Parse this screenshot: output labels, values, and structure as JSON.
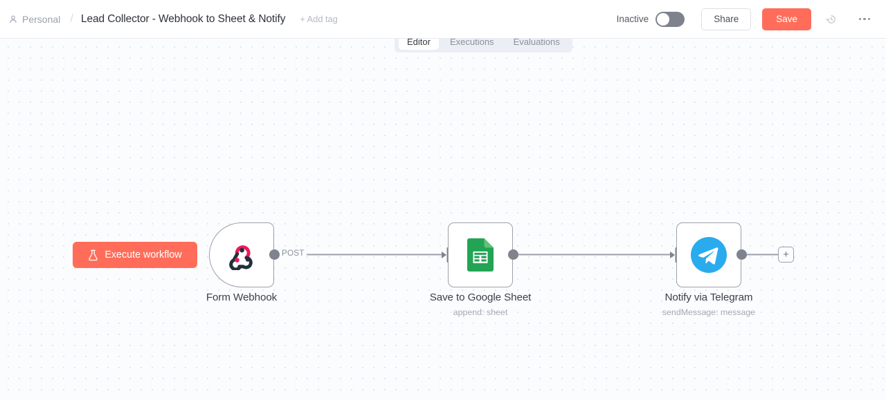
{
  "header": {
    "project": "Personal",
    "project_icon": "person-icon",
    "breadcrumb_separator": "/",
    "workflow_title": "Lead Collector - Webhook to Sheet & Notify",
    "add_tag_label": "+ Add tag",
    "activation_state_label": "Inactive",
    "activation_toggle_on": false,
    "share_label": "Share",
    "save_label": "Save",
    "history_icon": "history-clock-icon",
    "overflow_icon": "ellipsis-icon",
    "save_color": "#ff6d5a"
  },
  "tabs": [
    {
      "label": "Editor",
      "active": true
    },
    {
      "label": "Executions",
      "active": false
    },
    {
      "label": "Evaluations",
      "active": false
    }
  ],
  "canvas": {
    "execute_button": {
      "label": "Execute workflow",
      "icon": "flask-icon",
      "color": "#ff6d5a"
    },
    "connection_labels": {
      "webhook_to_sheets": "POST"
    },
    "add_node_button": "+",
    "nodes": [
      {
        "id": "webhook",
        "name": "Form Webhook",
        "subtitle": "",
        "icon": "webhook-icon",
        "shape": "trigger",
        "icon_colors": {
          "accent": "#ec1a5c",
          "base": "#22303d"
        }
      },
      {
        "id": "sheets",
        "name": "Save to Google Sheet",
        "subtitle": "append: sheet",
        "icon": "google-sheets-icon",
        "shape": "standard",
        "icon_colors": {
          "accent": "#23a455",
          "base": "#34a853"
        }
      },
      {
        "id": "telegram",
        "name": "Notify via Telegram",
        "subtitle": "sendMessage: message",
        "icon": "telegram-icon",
        "shape": "standard",
        "icon_colors": {
          "accent": "#2aabee",
          "base": "#ffffff"
        }
      }
    ]
  }
}
